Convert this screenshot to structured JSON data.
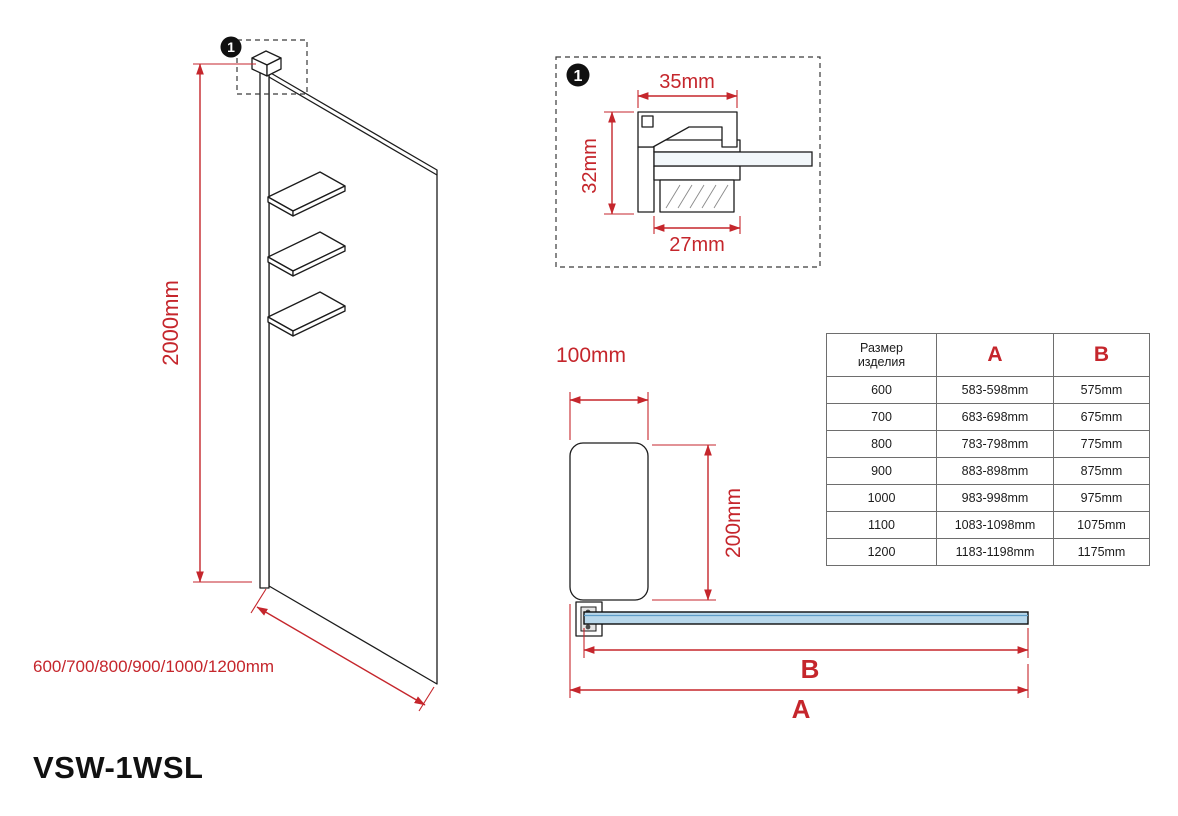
{
  "title": "VSW-1WSL",
  "colors": {
    "dim_red": "#c5262c",
    "line_black": "#1c1c1c",
    "glass_blue": "#b9d8eb",
    "table_border": "#6e6e6e"
  },
  "left_view": {
    "callout_number": "1",
    "height_label": "2000mm",
    "width_label": "600/700/800/900/1000/1200mm"
  },
  "detail_view": {
    "callout_number": "1",
    "top_label": "35mm",
    "side_label": "32mm",
    "bottom_label": "27mm"
  },
  "plan_view": {
    "depth_label": "100mm",
    "height_label": "200mm",
    "dim_b_label": "B",
    "dim_a_label": "A"
  },
  "size_table": {
    "header": {
      "col_product_line1": "Размер",
      "col_product_line2": "изделия",
      "col_a": "A",
      "col_b": "B"
    },
    "rows": [
      {
        "size": "600",
        "a": "583-598mm",
        "b": "575mm"
      },
      {
        "size": "700",
        "a": "683-698mm",
        "b": "675mm"
      },
      {
        "size": "800",
        "a": "783-798mm",
        "b": "775mm"
      },
      {
        "size": "900",
        "a": "883-898mm",
        "b": "875mm"
      },
      {
        "size": "1000",
        "a": "983-998mm",
        "b": "975mm"
      },
      {
        "size": "1100",
        "a": "1083-1098mm",
        "b": "1075mm"
      },
      {
        "size": "1200",
        "a": "1183-1198mm",
        "b": "1175mm"
      }
    ]
  }
}
